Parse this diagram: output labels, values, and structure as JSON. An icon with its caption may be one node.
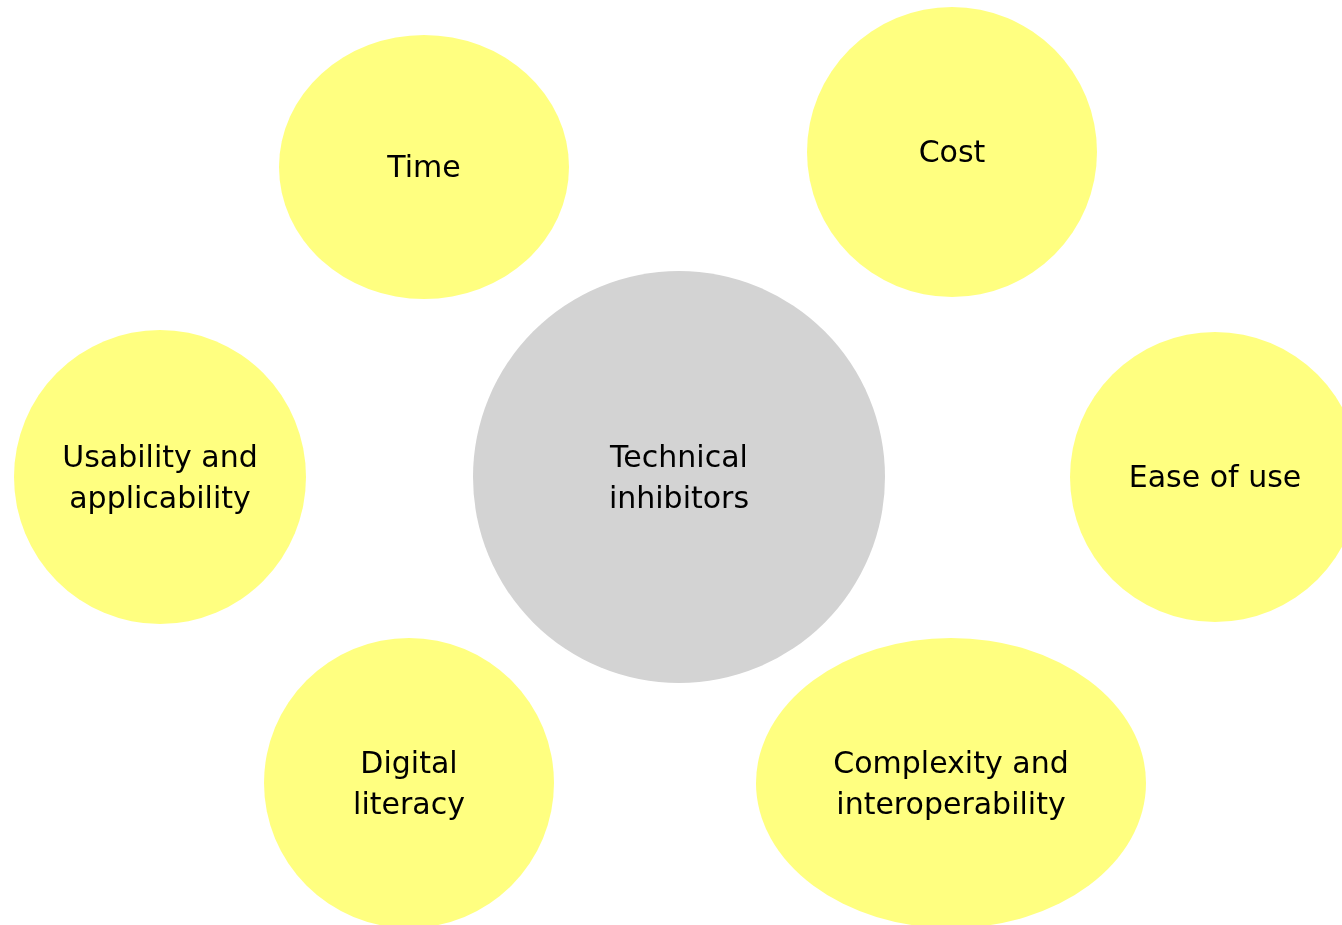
{
  "diagram": {
    "nodes": [
      {
        "text": [
          "Time"
        ]
      },
      {
        "text": [
          "Cost"
        ]
      },
      {
        "text": [
          "Usability and applicability"
        ]
      },
      {
        "text": [
          "Technical inhibitors"
        ]
      },
      {
        "text": [
          "Ease of use"
        ]
      },
      {
        "text": [
          "Digital literacy"
        ]
      },
      {
        "text": [
          "Complexity and interoperability"
        ]
      }
    ],
    "edges": []
  }
}
